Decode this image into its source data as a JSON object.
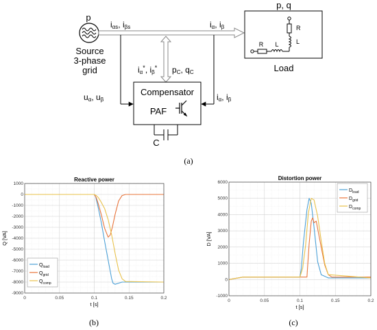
{
  "diagram": {
    "source": {
      "symbol": "p",
      "label_line1": "Source",
      "label_line2": "3-phase",
      "label_line3": "grid"
    },
    "source_current": {
      "base": "i",
      "sub1": "αs",
      "sep": ", ",
      "sub2": "βs"
    },
    "load_current": {
      "base": "i",
      "sub1": "α",
      "sep": ", ",
      "sub2": "β"
    },
    "load": {
      "power_label": "p, q",
      "label": "Load",
      "r1": "R",
      "l1": "L",
      "r2": "R",
      "l2": "L"
    },
    "reference": {
      "base": "i",
      "sub1": "α",
      "sup": "*",
      "sep": ", ",
      "sub2": "β",
      "sup2": "*"
    },
    "comp_power": {
      "base": "p",
      "sub1": "C",
      "sep": ", ",
      "base2": "q",
      "sub2": "C"
    },
    "voltage": {
      "base": "u",
      "sub1": "α",
      "sep": ", ",
      "sub2": "β"
    },
    "feedback_current": {
      "base": "i",
      "sub1": "α",
      "sep": ", ",
      "sub2": "β"
    },
    "compensator": {
      "title": "Compensator",
      "device": "PAF"
    },
    "capacitor": {
      "label": "C"
    },
    "caption": "(a)"
  },
  "chart_data": [
    {
      "type": "line",
      "title": "Reactive power",
      "xlabel": "t [s]",
      "ylabel": "Q [VA]",
      "xlim": [
        0,
        0.2
      ],
      "ylim": [
        -9000,
        1000
      ],
      "xticks": [
        "0",
        "0.05",
        "0.1",
        "0.15",
        "0.2"
      ],
      "yticks": [
        "1000",
        "0",
        "-1000",
        "-2000",
        "-3000",
        "-4000",
        "-5000",
        "-6000",
        "-7000",
        "-8000",
        "-9000"
      ],
      "grid": true,
      "legend_position": "bottom-left",
      "series": [
        {
          "name": "Q",
          "sub": "load",
          "color": "#4a9fd6",
          "x": [
            0,
            0.1,
            0.102,
            0.105,
            0.11,
            0.115,
            0.12,
            0.125,
            0.127,
            0.13,
            0.135,
            0.14,
            0.2
          ],
          "y": [
            0,
            0,
            -200,
            -1000,
            -2500,
            -4300,
            -6000,
            -7700,
            -8100,
            -8200,
            -8100,
            -8000,
            -8000
          ]
        },
        {
          "name": "Q",
          "sub": "grid",
          "color": "#e8743b",
          "x": [
            0,
            0.1,
            0.103,
            0.106,
            0.11,
            0.115,
            0.12,
            0.123,
            0.126,
            0.13,
            0.135,
            0.14,
            0.145,
            0.2
          ],
          "y": [
            0,
            0,
            -300,
            -900,
            -1800,
            -3100,
            -3900,
            -3700,
            -3000,
            -1800,
            -600,
            -100,
            0,
            0
          ]
        },
        {
          "name": "Q",
          "sub": "comp",
          "color": "#e8c14a",
          "x": [
            0,
            0.1,
            0.103,
            0.106,
            0.11,
            0.115,
            0.12,
            0.125,
            0.13,
            0.135,
            0.14,
            0.145,
            0.2
          ],
          "y": [
            0,
            0,
            -100,
            -300,
            -700,
            -1300,
            -2300,
            -3700,
            -5400,
            -6900,
            -7700,
            -7950,
            -8000
          ]
        }
      ],
      "caption": "(b)"
    },
    {
      "type": "line",
      "title": "Distortion power",
      "xlabel": "t [s]",
      "ylabel": "D [VA]",
      "xlim": [
        0,
        0.2
      ],
      "ylim": [
        -1000,
        6000
      ],
      "xticks": [
        "0",
        "0.05",
        "0.1",
        "0.15",
        "0.2"
      ],
      "yticks": [
        "6000",
        "5000",
        "4000",
        "3000",
        "2000",
        "1000",
        "0",
        "-1000"
      ],
      "grid": true,
      "legend_position": "top-right",
      "series": [
        {
          "name": "D",
          "sub": "load",
          "color": "#4a9fd6",
          "x": [
            0,
            0.02,
            0.1,
            0.102,
            0.105,
            0.11,
            0.113,
            0.116,
            0.12,
            0.125,
            0.13,
            0.14,
            0.2
          ],
          "y": [
            0,
            150,
            150,
            700,
            2300,
            4300,
            5000,
            4700,
            3200,
            1100,
            300,
            100,
            100
          ]
        },
        {
          "name": "D",
          "sub": "grid",
          "color": "#e8743b",
          "x": [
            0,
            0.02,
            0.11,
            0.113,
            0.116,
            0.118,
            0.12,
            0.123,
            0.127,
            0.13,
            0.135,
            0.14,
            0.145,
            0.2
          ],
          "y": [
            0,
            150,
            150,
            2200,
            3600,
            3800,
            3500,
            3600,
            2700,
            2000,
            900,
            300,
            150,
            150
          ]
        },
        {
          "name": "D",
          "sub": "comp",
          "color": "#e8c14a",
          "x": [
            0,
            0.02,
            0.1,
            0.104,
            0.108,
            0.112,
            0.116,
            0.12,
            0.125,
            0.13,
            0.135,
            0.14,
            0.2
          ],
          "y": [
            0,
            150,
            150,
            700,
            2100,
            4100,
            5000,
            4900,
            3900,
            2400,
            1000,
            300,
            100
          ]
        }
      ],
      "caption": "(c)"
    }
  ]
}
